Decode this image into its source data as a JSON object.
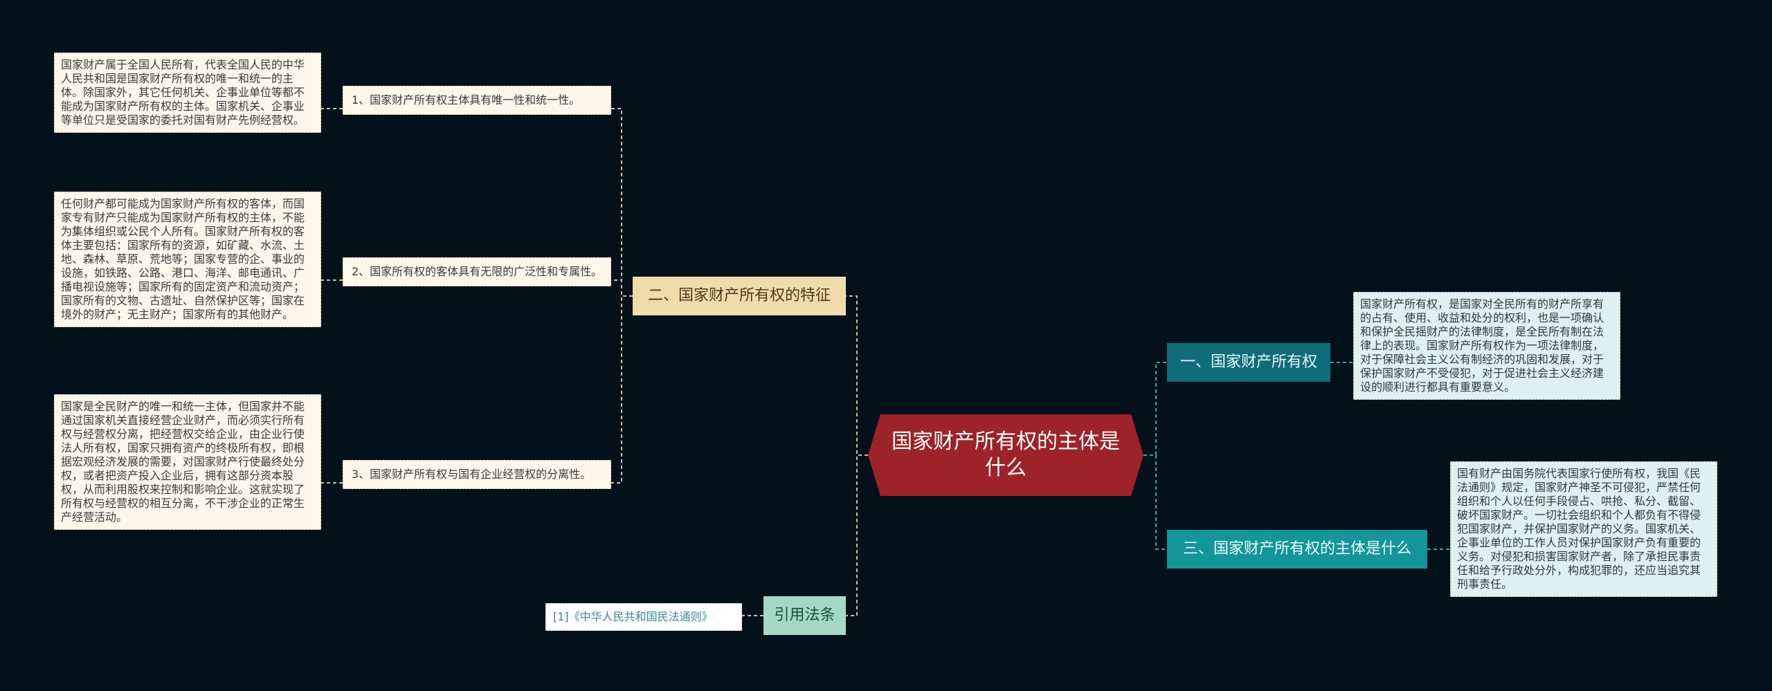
{
  "root": {
    "title": "国家财产所有权的主体是什么"
  },
  "branches": {
    "features": {
      "label": "二、国家财产所有权的特征",
      "points": [
        {
          "label": "1、国家财产所有权主体具有唯一性和统一性。",
          "detail": "国家财产属于全国人民所有，代表全国人民的中华人民共和国是国家财产所有权的唯一和统一的主体。除国家外，其它任何机关、企事业单位等都不能成为国家财产所有权的主体。国家机关、企事业等单位只是受国家的委托对国有财产先例经营权。"
        },
        {
          "label": "2、国家所有权的客体具有无限的广泛性和专属性。",
          "detail": "任何财产都可能成为国家财产所有权的客体，而国家专有财产只能成为国家财产所有权的主体，不能为集体组织或公民个人所有。国家财产所有权的客体主要包括：国家所有的资源，如矿藏、水流、土地、森林、草原、荒地等；国家专营的企、事业的设施，如铁路、公路、港口、海洋、邮电通讯、广播电视设施等；国家所有的固定资产和流动资产；国家所有的文物、古遗址、自然保护区等；国家在境外的财产；无主财产；国家所有的其他财产。"
        },
        {
          "label": "3、国家财产所有权与国有企业经营权的分离性。",
          "detail": "国家是全民财产的唯一和统一主体，但国家并不能通过国家机关直接经营企业财产，而必须实行所有权与经营权分离，把经营权交给企业，由企业行使法人所有权，国家只拥有资产的终极所有权，即根据宏观经济发展的需要，对国家财产行使最终处分权，或者把资产投入企业后，拥有这部分资本股权，从而利用股权来控制和影响企业。这就实现了所有权与经营权的相互分离，不干涉企业的正常生产经营活动。"
        }
      ]
    },
    "law": {
      "label": "引用法条",
      "citation": "[1]《中华人民共和国民法通则》"
    },
    "ownership": {
      "label": "一、国家财产所有权",
      "detail": "国家财产所有权，是国家对全民所有的财产所享有的占有、使用、收益和处分的权利，也是一项确认和保护全民摇财产的法律制度，是全民所有制在法律上的表现。国家财产所有权作为一项法律制度，对于保障社会主义公有制经济的巩固和发展，对于保护国家财产不受侵犯，对于促进社会主义经济建设的顺利进行都具有重要意义。"
    },
    "subject": {
      "label": "三、国家财产所有权的主体是什么",
      "detail": "国有财产由国务院代表国家行使所有权，我国《民法通则》规定，国家财产神圣不可侵犯，严禁任何组织和个人以任何手段侵占、哄抢、私分、截留、破坏国家财产。一切社会组织和个人都负有不得侵犯国家财产，并保护国家财产的义务。国家机关、企事业单位的工作人员对保护国家财产负有重要的义务。对侵犯和损害国家财产者，除了承担民事责任和给予行政处分外，构成犯罪的，还应当追究其刑事责任。"
    }
  },
  "colors": {
    "background": "#03111b",
    "root": "#9e2328",
    "feature_branch": "#f0dcaa",
    "law_branch": "#a5d9c6",
    "ownership_branch": "#0f6c7a",
    "subject_branch": "#14959a",
    "note": "#fdf7ea",
    "note_blue": "#dff0f0"
  }
}
